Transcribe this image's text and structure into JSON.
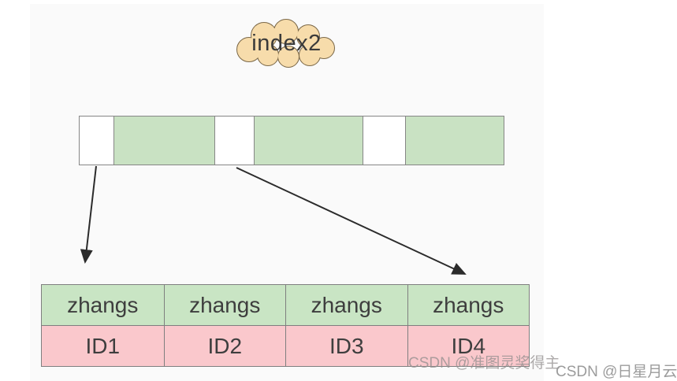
{
  "page": {
    "background": "#ffffff",
    "panel_background": "#fafafa"
  },
  "cloud": {
    "label": "index2",
    "fill": "#f7dcab",
    "stroke": "#7b6848"
  },
  "index_bar": {
    "free_color": "#ffffff",
    "used_color": "#c9e2c3",
    "border_color": "#868686",
    "segments": [
      {
        "state": "free"
      },
      {
        "state": "used"
      },
      {
        "state": "free"
      },
      {
        "state": "used"
      },
      {
        "state": "free"
      },
      {
        "state": "used"
      }
    ]
  },
  "record_table": {
    "name_row": {
      "bg": "#c9e5c4",
      "cells": [
        "zhangs",
        "zhangs",
        "zhangs",
        "zhangs"
      ]
    },
    "id_row": {
      "bg": "#fac8cc",
      "cells": [
        "ID1",
        "ID2",
        "ID3",
        "ID4"
      ]
    }
  },
  "watermarks": {
    "inner": "CSDN @准图灵奖得主",
    "outer": "CSDN @日星月云"
  }
}
